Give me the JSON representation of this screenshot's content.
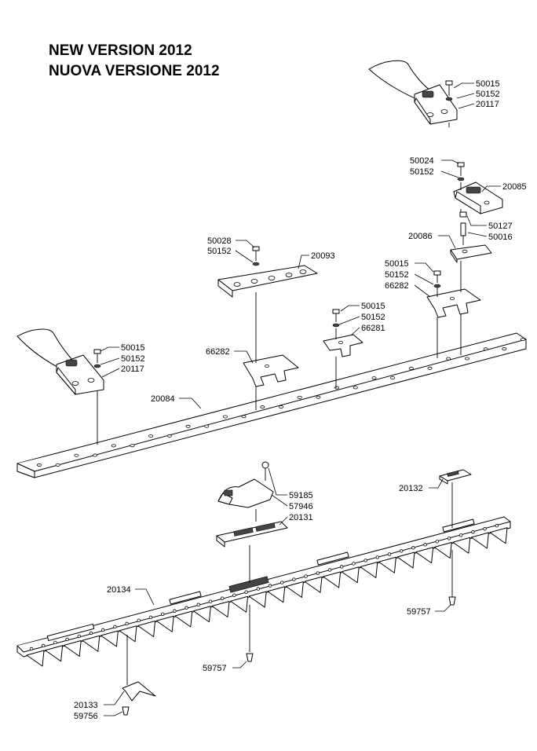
{
  "title": {
    "line1": "NEW VERSION 2012",
    "line2": "NUOVA VERSIONE 2012"
  },
  "parts": [
    {
      "id": "p1",
      "code": "50015"
    },
    {
      "id": "p2",
      "code": "50152"
    },
    {
      "id": "p3",
      "code": "20117"
    },
    {
      "id": "p4",
      "code": "50024"
    },
    {
      "id": "p5",
      "code": "50152"
    },
    {
      "id": "p6",
      "code": "20085"
    },
    {
      "id": "p7",
      "code": "50127"
    },
    {
      "id": "p8",
      "code": "50016"
    },
    {
      "id": "p9",
      "code": "20086"
    },
    {
      "id": "p10",
      "code": "50028"
    },
    {
      "id": "p11",
      "code": "50152"
    },
    {
      "id": "p12",
      "code": "20093"
    },
    {
      "id": "p13",
      "code": "50015"
    },
    {
      "id": "p14",
      "code": "50152"
    },
    {
      "id": "p15",
      "code": "66282"
    },
    {
      "id": "p16",
      "code": "50015"
    },
    {
      "id": "p17",
      "code": "50152"
    },
    {
      "id": "p18",
      "code": "66281"
    },
    {
      "id": "p19",
      "code": "66282"
    },
    {
      "id": "p20",
      "code": "50015"
    },
    {
      "id": "p21",
      "code": "50152"
    },
    {
      "id": "p22",
      "code": "20117"
    },
    {
      "id": "p23",
      "code": "20084"
    },
    {
      "id": "p24",
      "code": "20132"
    },
    {
      "id": "p25",
      "code": "59185"
    },
    {
      "id": "p26",
      "code": "57946"
    },
    {
      "id": "p27",
      "code": "20131"
    },
    {
      "id": "p28",
      "code": "20134"
    },
    {
      "id": "p29",
      "code": "59757"
    },
    {
      "id": "p30",
      "code": "59757"
    },
    {
      "id": "p31",
      "code": "20133"
    },
    {
      "id": "p32",
      "code": "59756"
    }
  ]
}
